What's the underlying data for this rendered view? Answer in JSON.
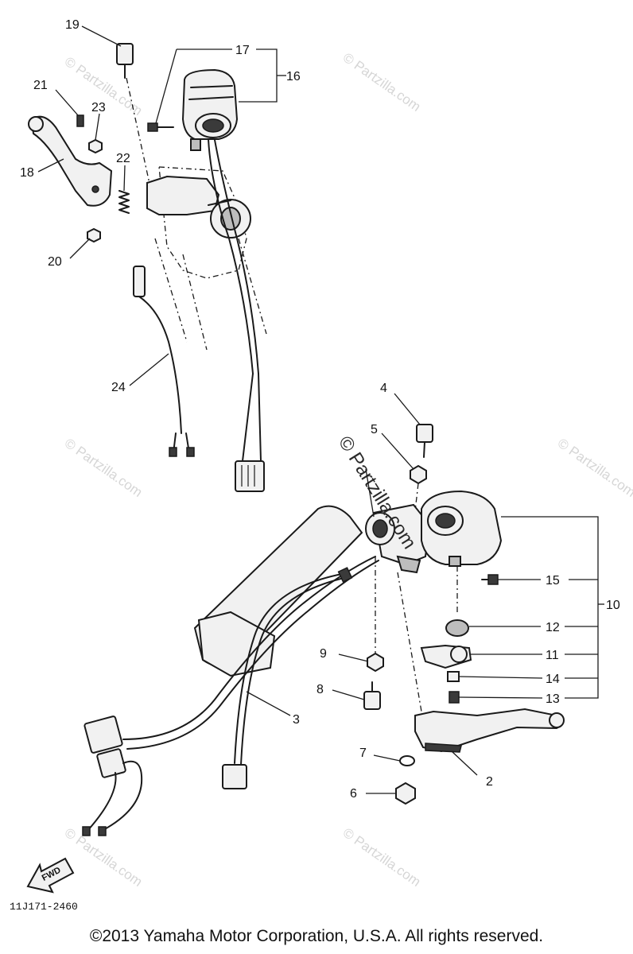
{
  "part_numbers": [
    "19",
    "17",
    "16",
    "21",
    "23",
    "22",
    "18",
    "20",
    "24",
    "4",
    "5",
    "15",
    "10",
    "12",
    "11",
    "9",
    "14",
    "8",
    "13",
    "3",
    "7",
    "2",
    "6"
  ],
  "drawing_code": "11J171-2460",
  "fwd_label": "FWD",
  "watermark": "© Partzilla.com",
  "watermark_prominent": "© Partzilla.com",
  "copyright": "©2013 Yamaha Motor Corporation, U.S.A. All rights reserved."
}
